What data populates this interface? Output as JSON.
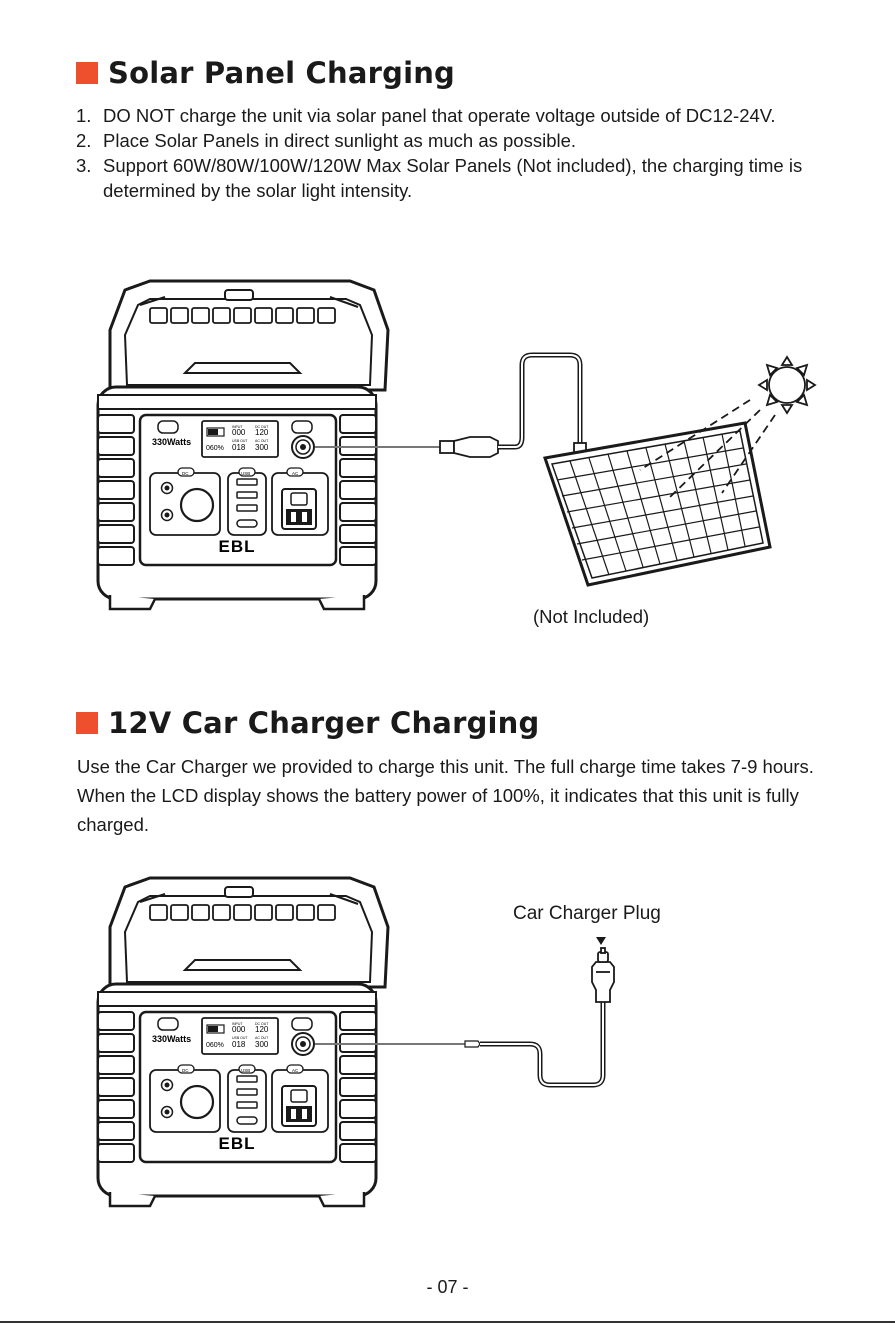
{
  "colors": {
    "accent": "#ee4f2c",
    "line": "#1a1a1a",
    "cable": "#777777"
  },
  "solar": {
    "title": "Solar Panel Charging",
    "steps": [
      {
        "num": "1.",
        "text": "DO NOT charge the unit via solar panel that operate voltage outside of DC12-24V."
      },
      {
        "num": "2.",
        "text": "Place Solar Panels in direct sunlight as much as possible."
      },
      {
        "num": "3.",
        "text": "Support 60W/80W/100W/120W Max Solar Panels (Not included), the charging time is determined by the solar light intensity."
      }
    ],
    "caption": "(Not Included)"
  },
  "car": {
    "title": "12V Car Charger Charging",
    "paragraph": "Use the Car Charger we provided to charge this unit. The full charge time takes 7-9 hours. When the LCD display shows the battery power of 100%, it indicates that this unit is fully charged.",
    "plug_label": "Car Charger Plug"
  },
  "device": {
    "brand": "EBL",
    "model": "330Watts",
    "battery_percent": "060%",
    "input_watts": "000",
    "dc_out_watts": "120",
    "usb_watts": "018",
    "ac_out_watts": "300",
    "unit": "w",
    "label_input": "INPUT",
    "label_dc_out": "DC OUT",
    "label_usb_out": "USB OUT",
    "label_ac_out": "AC OUT",
    "btn_dc": "DC",
    "btn_usb": "USB",
    "btn_ac": "AC"
  },
  "page_number": "- 07 -"
}
